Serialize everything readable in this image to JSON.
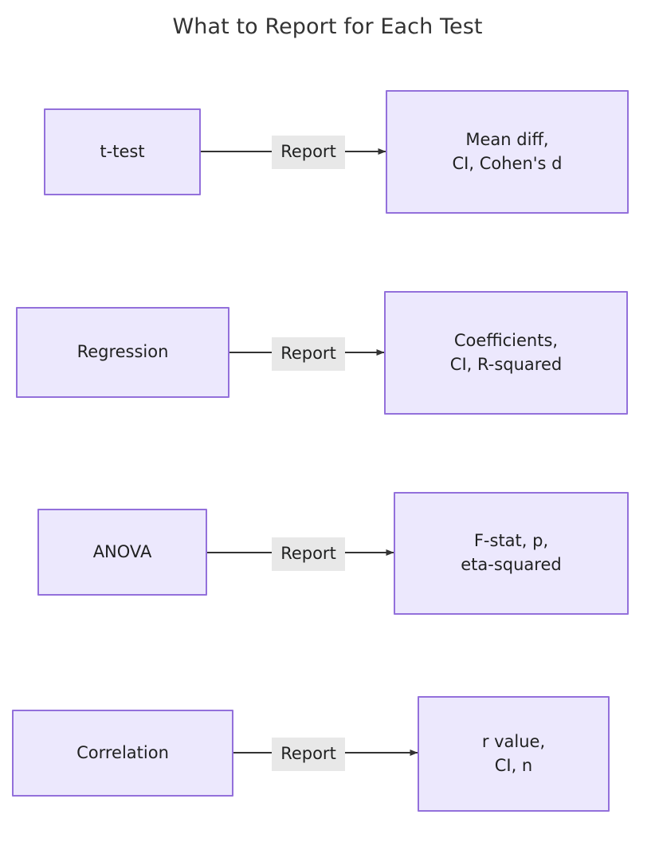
{
  "title": "What to Report for Each Test",
  "theme": {
    "background": "#ffffff",
    "node_fill": "#ece8fd",
    "node_border": "#9370db",
    "node_text": "#1f2020",
    "edge_line": "#333333",
    "edge_label_bg": "#e8e8e8",
    "edge_label_text": "#1f2020",
    "title_text": "#333333"
  },
  "rows": [
    {
      "source": {
        "label": "t-test"
      },
      "edge": {
        "label": "Report",
        "arrow": "arrow-right-icon"
      },
      "target": {
        "line1": "Mean diff,",
        "line2": "CI, Cohen's d",
        "label": "Mean diff,\nCI, Cohen's d"
      }
    },
    {
      "source": {
        "label": "Regression"
      },
      "edge": {
        "label": "Report",
        "arrow": "arrow-right-icon"
      },
      "target": {
        "line1": "Coefficients,",
        "line2": "CI, R-squared",
        "label": "Coefficients,\nCI, R-squared"
      }
    },
    {
      "source": {
        "label": "ANOVA"
      },
      "edge": {
        "label": "Report",
        "arrow": "arrow-right-icon"
      },
      "target": {
        "line1": "F-stat, p,",
        "line2": "eta-squared",
        "label": "F-stat, p,\neta-squared"
      }
    },
    {
      "source": {
        "label": "Correlation"
      },
      "edge": {
        "label": "Report",
        "arrow": "arrow-right-icon"
      },
      "target": {
        "line1": "r value,",
        "line2": "CI, n",
        "label": "r value,\nCI, n"
      }
    }
  ]
}
